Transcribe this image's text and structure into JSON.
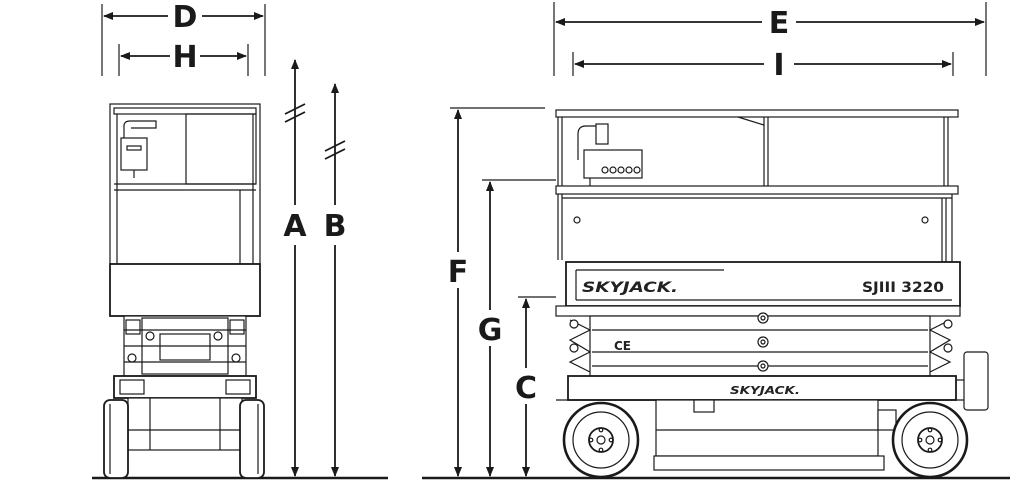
{
  "dimension_labels": {
    "A": "A",
    "B": "B",
    "C": "C",
    "D": "D",
    "E": "E",
    "F": "F",
    "G": "G",
    "H": "H",
    "I": "I"
  },
  "branding": {
    "logo_large": "SKYJACK.",
    "logo_small": "SKYJACK.",
    "model": "SJIII 3220",
    "ce_mark": "CE"
  },
  "colors": {
    "ink": "#1a1a1a",
    "background": "#ffffff"
  }
}
